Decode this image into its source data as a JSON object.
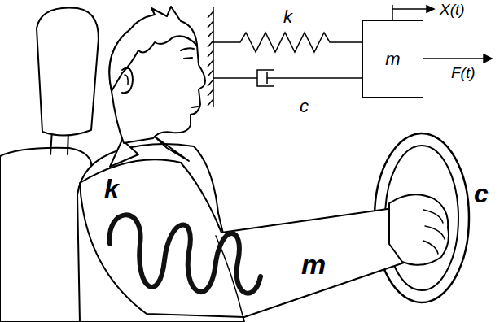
{
  "diagram": {
    "nodes": [
      {
        "text": [
          "m"
        ]
      }
    ],
    "labels": [
      "k",
      "X(t)",
      "F(t)",
      "c",
      "k",
      "m",
      "c"
    ]
  }
}
